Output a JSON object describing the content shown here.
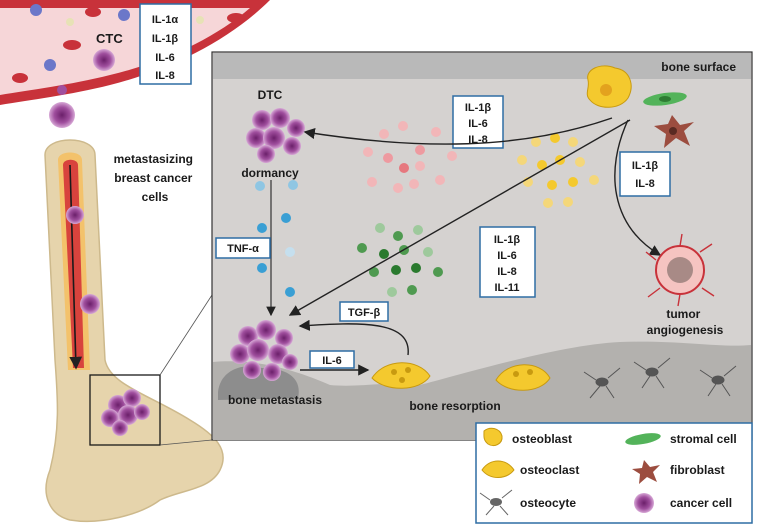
{
  "vessel": {
    "label": "CTC",
    "cytokines": [
      "IL-1α",
      "IL-1β",
      "IL-6",
      "IL-8"
    ]
  },
  "bone": {
    "label_lines": [
      "metastasizing",
      "breast cancer",
      "cells"
    ]
  },
  "panel": {
    "bone_surface": "bone surface",
    "dtc": "DTC",
    "dormancy": "dormancy",
    "dormancy_cytokines": [
      "IL-1β",
      "IL-6",
      "IL-8"
    ],
    "angiogenesis_cytokines": [
      "IL-1β",
      "IL-8"
    ],
    "metastasis_cytokines": [
      "IL-1β",
      "IL-6",
      "IL-8",
      "IL-11"
    ],
    "tnf": "TNF-α",
    "tgf": "TGF-β",
    "il6": "IL-6",
    "tumor_lines": [
      "tumor",
      "angiogenesis"
    ],
    "bone_metastasis": "bone metastasis",
    "bone_resorption": "bone resorption"
  },
  "legend": {
    "items": [
      {
        "label": "osteoblast"
      },
      {
        "label": "stromal cell"
      },
      {
        "label": "osteoclast"
      },
      {
        "label": "fibroblast"
      },
      {
        "label": "osteocyte"
      },
      {
        "label": "cancer cell"
      }
    ]
  },
  "colors": {
    "vessel": "#c8323a",
    "vessel_inner": "#f6d6d8",
    "panel_bg": "#d5d2d0",
    "panel_top": "#b9b9b9",
    "bone": "#e6d4ac",
    "cancer": "#a04f9e",
    "osteoblast": "#f4c92e",
    "stromal": "#53b35a",
    "fibroblast": "#9c4d3f",
    "box_border": "#2e6da4"
  }
}
